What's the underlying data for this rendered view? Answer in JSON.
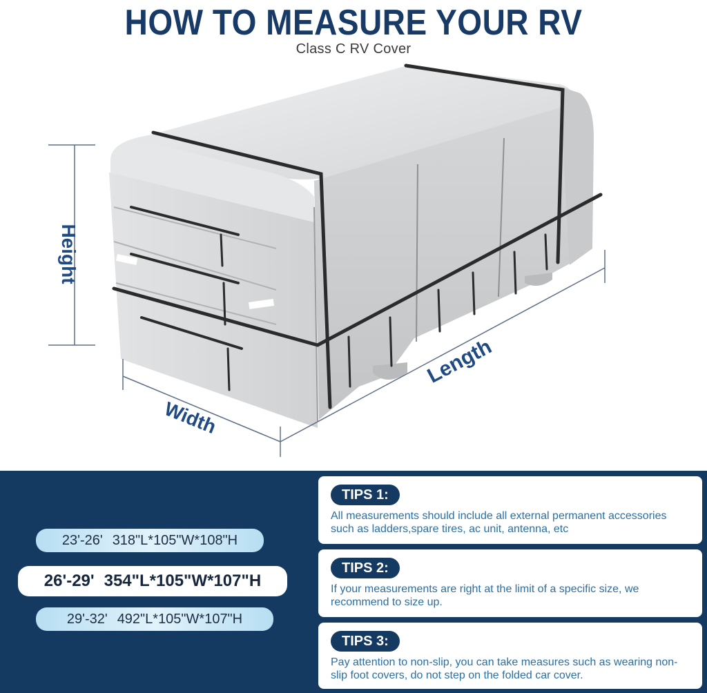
{
  "header": {
    "title": "HOW TO MEASURE YOUR RV",
    "subtitle": "Class C RV Cover"
  },
  "dimensions": {
    "height_label": "Height",
    "width_label": "Width",
    "length_label": "Length"
  },
  "sizes": [
    {
      "range": "23'-26'",
      "spec": "318\"L*105\"W*108\"H"
    },
    {
      "range": "26'-29'",
      "spec": "354\"L*105\"W*107\"H"
    },
    {
      "range": "29'-32'",
      "spec": "492\"L*105\"W*107\"H"
    }
  ],
  "tips": [
    {
      "label": "TIPS 1:",
      "text": "All measurements should include all external permanent accessories such as ladders,spare tires, ac unit, antenna, etc"
    },
    {
      "label": "TIPS 2:",
      "text": "If your measurements are right at the limit of a specific size, we recommend to size up."
    },
    {
      "label": "TIPS 3:",
      "text": "Pay attention to non-slip, you can take measures such as wearing non-slip foot covers, do not step on the folded car cover."
    }
  ],
  "colors": {
    "navy": "#143a62",
    "title_blue": "#173a66",
    "tip_text_blue": "#2a6fa6",
    "pill_light_blue": "#b7def2",
    "cover_silver": "#d9dadc",
    "strap_black": "#2b2b2b"
  }
}
